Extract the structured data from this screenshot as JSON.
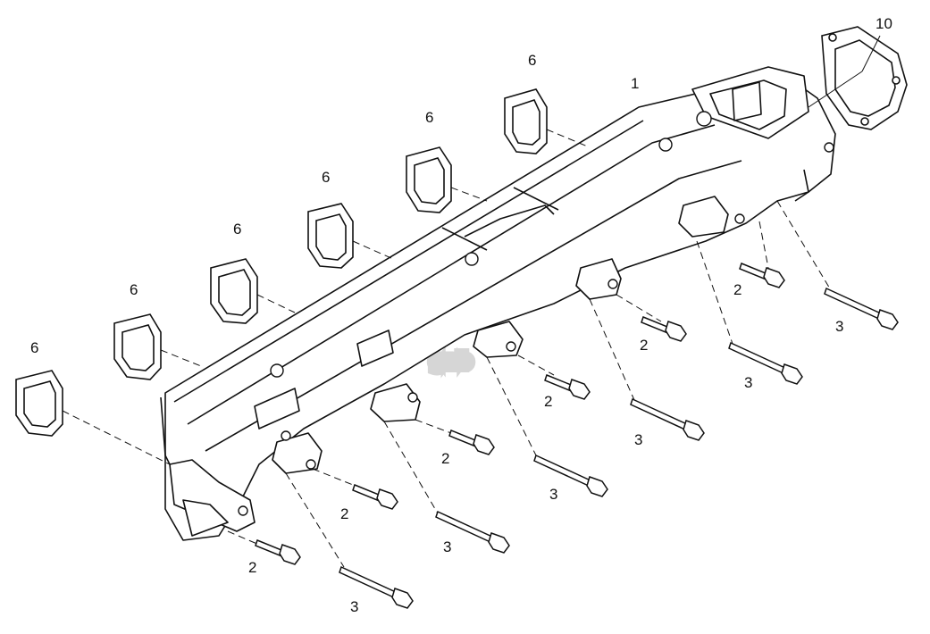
{
  "diagram": {
    "colors": {
      "line": "#111111",
      "watermark": "#d6d6d6",
      "background": "#ffffff"
    },
    "watermark_text": "gmb",
    "callouts": [
      {
        "id": "callout-10",
        "label": "10"
      },
      {
        "id": "callout-1",
        "label": "1"
      },
      {
        "id": "callout-6-a",
        "label": "6"
      },
      {
        "id": "callout-6-b",
        "label": "6"
      },
      {
        "id": "callout-6-c",
        "label": "6"
      },
      {
        "id": "callout-6-d",
        "label": "6"
      },
      {
        "id": "callout-6-e",
        "label": "6"
      },
      {
        "id": "callout-6-f",
        "label": "6"
      },
      {
        "id": "callout-2-a",
        "label": "2"
      },
      {
        "id": "callout-2-b",
        "label": "2"
      },
      {
        "id": "callout-2-c",
        "label": "2"
      },
      {
        "id": "callout-2-d",
        "label": "2"
      },
      {
        "id": "callout-2-e",
        "label": "2"
      },
      {
        "id": "callout-2-f",
        "label": "2"
      },
      {
        "id": "callout-3-a",
        "label": "3"
      },
      {
        "id": "callout-3-b",
        "label": "3"
      },
      {
        "id": "callout-3-c",
        "label": "3"
      },
      {
        "id": "callout-3-d",
        "label": "3"
      },
      {
        "id": "callout-3-e",
        "label": "3"
      },
      {
        "id": "callout-3-f",
        "label": "3"
      }
    ]
  }
}
